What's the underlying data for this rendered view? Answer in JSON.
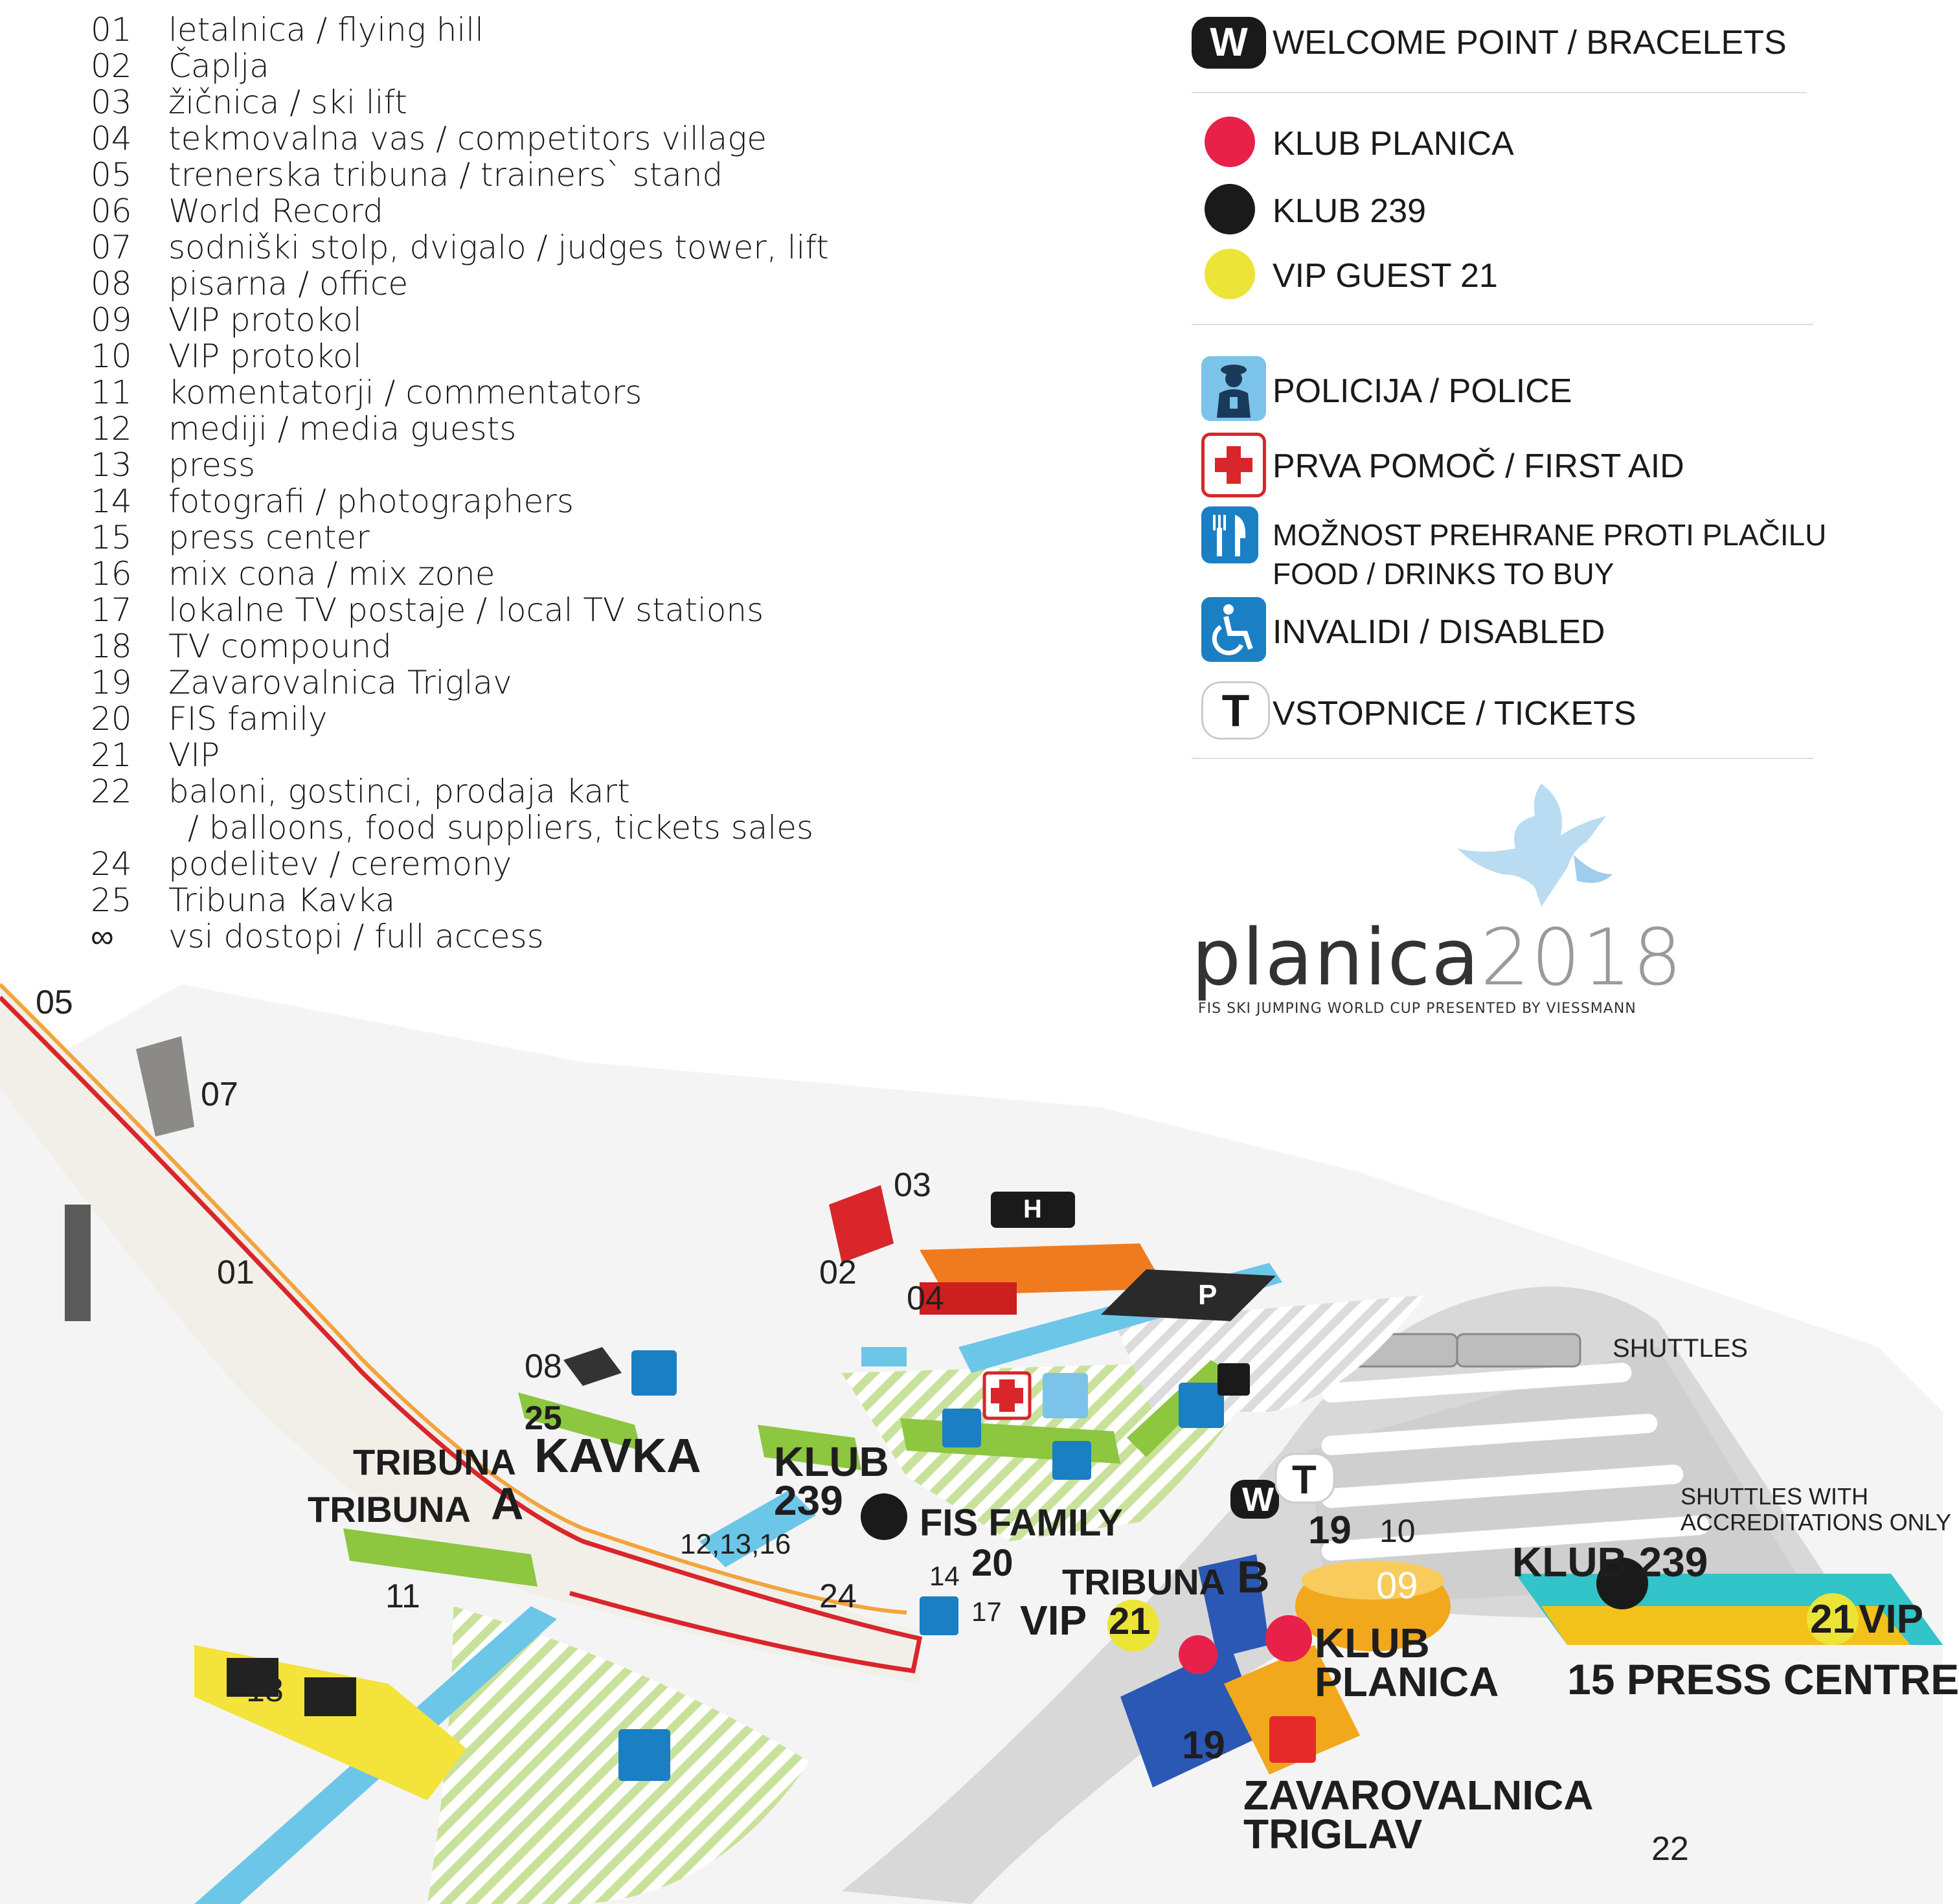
{
  "legend": [
    {
      "num": "01",
      "text": "letalnica / flying hill"
    },
    {
      "num": "02",
      "text": "Čaplja"
    },
    {
      "num": "03",
      "text": "žičnica / ski lift"
    },
    {
      "num": "04",
      "text": "tekmovalna vas  / competitors village"
    },
    {
      "num": "05",
      "text": "trenerska tribuna  / trainers` stand"
    },
    {
      "num": "06",
      "text": "World Record"
    },
    {
      "num": "07",
      "text": "sodniški stolp, dvigalo / judges tower, lift"
    },
    {
      "num": "08",
      "text": "pisarna  / office"
    },
    {
      "num": "09",
      "text": "VIP protokol"
    },
    {
      "num": "10",
      "text": "VIP protokol"
    },
    {
      "num": "11",
      "text": "komentatorji / commentators"
    },
    {
      "num": "12",
      "text": "mediji / media guests"
    },
    {
      "num": "13",
      "text": "press"
    },
    {
      "num": "14",
      "text": "fotografi  / photographers"
    },
    {
      "num": "15",
      "text": "press center"
    },
    {
      "num": "16",
      "text": "mix cona / mix zone"
    },
    {
      "num": "17",
      "text": "lokalne TV postaje  / local TV stations"
    },
    {
      "num": "18",
      "text": "TV compound"
    },
    {
      "num": "19",
      "text": "Zavarovalnica Triglav"
    },
    {
      "num": "20",
      "text": "FIS family"
    },
    {
      "num": "21",
      "text": "VIP"
    },
    {
      "num": "22",
      "text": "baloni, gostinci, prodaja kart"
    },
    {
      "num": "",
      "text": "/ balloons, food suppliers, tickets sales"
    },
    {
      "num": "24",
      "text": "podelitev / ceremony"
    },
    {
      "num": "25",
      "text": "Tribuna Kavka"
    },
    {
      "num": "∞",
      "text": "vsi dostopi / full access"
    }
  ],
  "key": {
    "welcome": {
      "icon": "W",
      "label": "WELCOME POINT / BRACELETS"
    },
    "clubs": [
      {
        "label": "KLUB PLANICA",
        "color": "#e8214b"
      },
      {
        "label": "KLUB 239",
        "color": "#1a1a1a"
      },
      {
        "label": "VIP GUEST 21",
        "color": "#ece437"
      }
    ],
    "services": [
      {
        "icon": "police-icon",
        "label": "POLICIJA / POLICE"
      },
      {
        "icon": "first-aid-icon",
        "label": "PRVA POMOČ / FIRST AID"
      },
      {
        "icon": "food-icon",
        "label": "MOŽNOST PREHRANE PROTI PLAČILU",
        "label2": "FOOD / DRINKS TO BUY"
      },
      {
        "icon": "wheelchair-icon",
        "label": "INVALIDI / DISABLED"
      },
      {
        "icon": "T",
        "label": "VSTOPNICE / TICKETS"
      }
    ]
  },
  "logo": {
    "word": "planica",
    "year": "2018",
    "sub": "FIS SKI JUMPING WORLD CUP PRESENTED BY VIESSMANN"
  },
  "map": {
    "labels": {
      "n05": "05",
      "n07": "07",
      "n01": "01",
      "n03": "03",
      "n02": "02",
      "n04": "04",
      "n08": "08",
      "n25": "25",
      "n11": "11",
      "n18": "18",
      "n24": "24",
      "n14": "14",
      "n17": "17",
      "n20": "20",
      "n19a": "19",
      "n10": "10",
      "n09": "09",
      "n19b": "19",
      "n22": "22",
      "n121316": "12,13,16",
      "tribuna_kavka_a": "TRIBUNA",
      "tribuna_kavka_b": "KAVKA",
      "tribuna_a_a": "TRIBUNA",
      "tribuna_a_b": "A",
      "klub239_a": "KLUB",
      "klub239_b": "239",
      "fis_family": "FIS FAMILY",
      "tribuna_b_a": "TRIBUNA",
      "tribuna_b_b": "B",
      "vip_left": "VIP",
      "vip21_left": "21",
      "klub_planica_a": "KLUB",
      "klub_planica_b": "PLANICA",
      "zav_a": "ZAVAROVALNICA",
      "zav_b": "TRIGLAV",
      "klub239_right": "KLUB 239",
      "vip21_right": "21",
      "vip_right": "VIP",
      "press_centre": "15 PRESS CENTRE",
      "shuttles": "SHUTTLES",
      "shuttles_acc_a": "SHUTTLES WITH",
      "shuttles_acc_b": "ACCREDITATIONS ONLY",
      "parking": "P",
      "heli": "H",
      "welcome": "W",
      "tickets": "T"
    }
  }
}
